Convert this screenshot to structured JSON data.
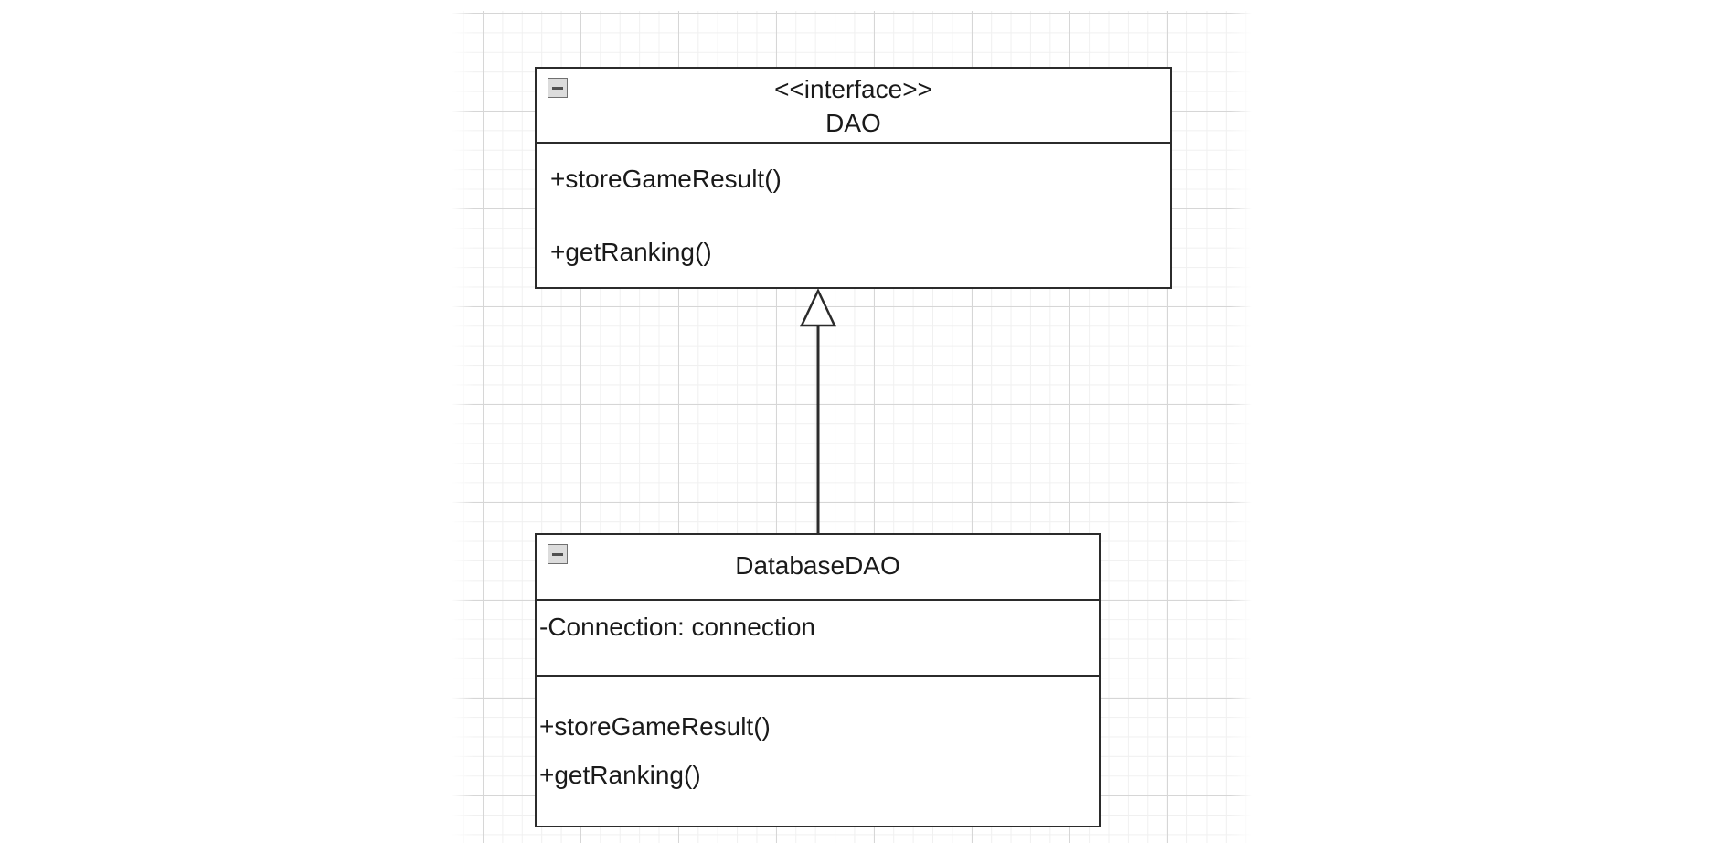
{
  "diagram": {
    "interface_class": {
      "stereotype": "<<interface>>",
      "name": "DAO",
      "methods": [
        "+storeGameResult()",
        "+getRanking()"
      ]
    },
    "implementing_class": {
      "name": "DatabaseDAO",
      "attributes": [
        "-Connection: connection"
      ],
      "methods": [
        "+storeGameResult()",
        "+getRanking()"
      ]
    },
    "relationship": {
      "type": "realization",
      "from": "DatabaseDAO",
      "to": "DAO"
    }
  },
  "colors": {
    "line": "#2b2b2b",
    "grid_major": "#d6d6d6",
    "grid_minor": "#f0f0f0",
    "toggle_fill": "#dcdcdc"
  },
  "icons": {
    "collapse_toggle": "minus-box-icon",
    "realization_arrowhead": "hollow-triangle-icon"
  }
}
